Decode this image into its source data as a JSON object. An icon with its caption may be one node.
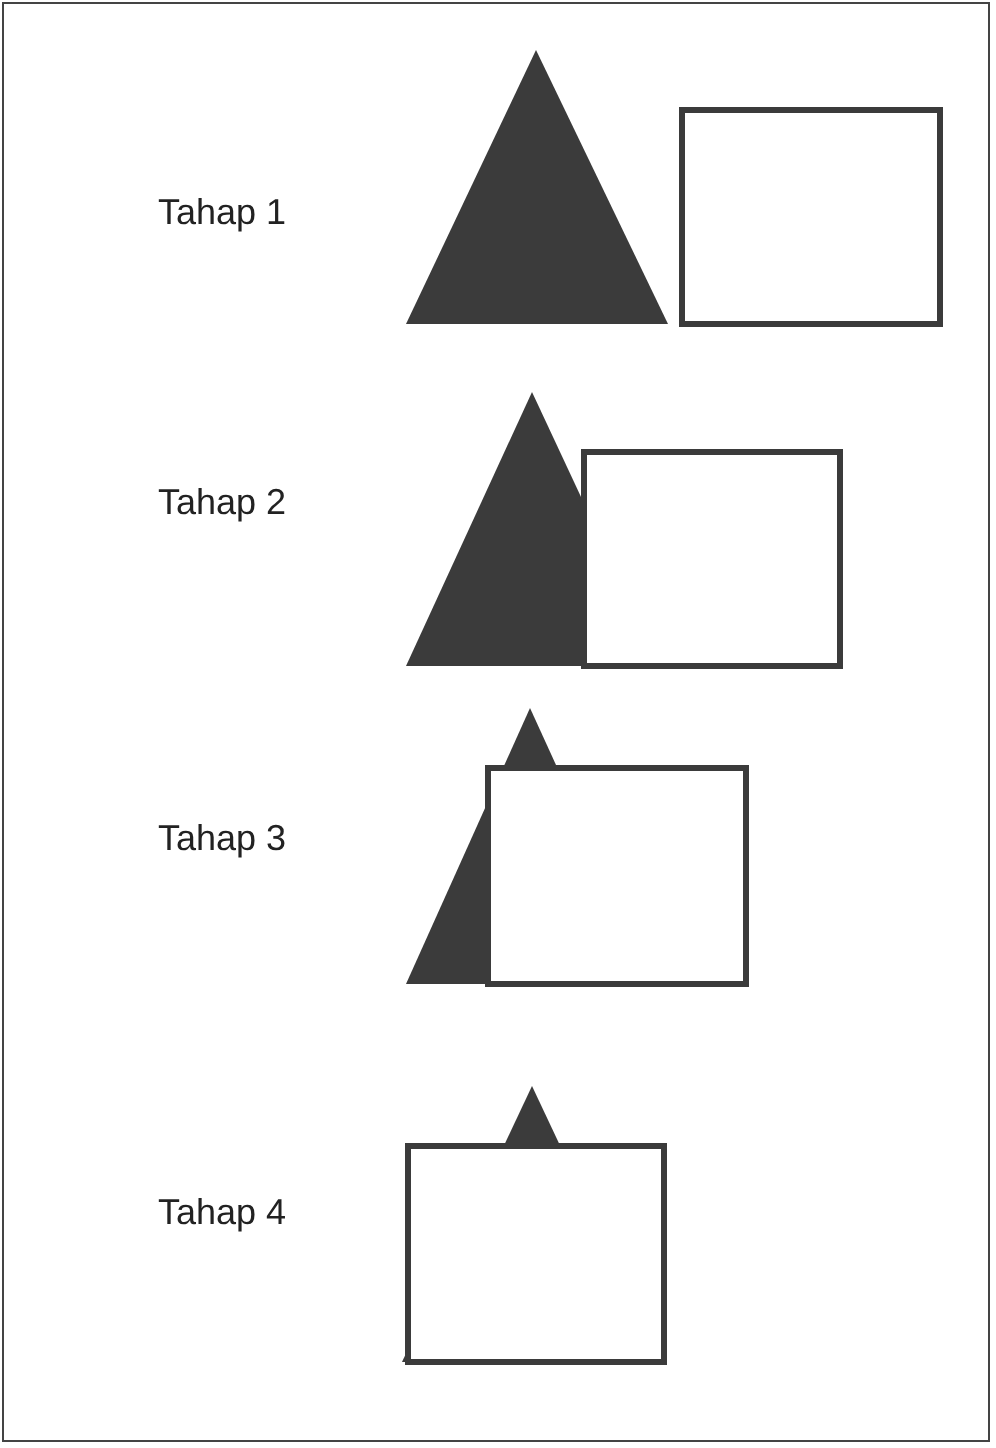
{
  "diagram": {
    "labels": [
      "Tahap 1",
      "Tahap 2",
      "Tahap 3",
      "Tahap 4"
    ]
  }
}
